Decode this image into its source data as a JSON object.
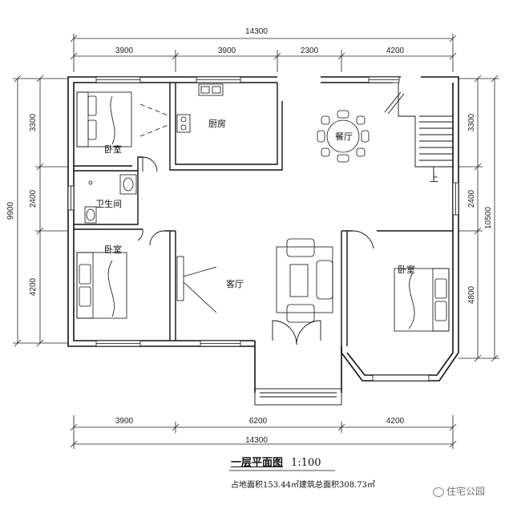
{
  "plan": {
    "dims_top_total": "14300",
    "dims_top": [
      "3900",
      "3900",
      "2300",
      "4200"
    ],
    "dims_bottom": [
      "3900",
      "6200",
      "4200"
    ],
    "dims_bottom_total": "14300",
    "dims_left": [
      "3300",
      "2400",
      "4200"
    ],
    "dims_left_total": "9900",
    "dims_right": [
      "3300",
      "2400",
      "4800"
    ],
    "dims_right_total": "10500",
    "rooms": {
      "bedroom_tl": "卧室",
      "kitchen": "厨房",
      "dining": "餐厅",
      "bathroom": "卫生间",
      "bedroom_bl": "卧室",
      "living": "客厅",
      "bedroom_r": "卧室"
    },
    "stair_label": "上"
  },
  "caption": {
    "title": "一层平面图",
    "scale": "1:100",
    "stats": "占地面积153.44㎡建筑总面积308.73㎡"
  },
  "watermark": "住宅公园"
}
